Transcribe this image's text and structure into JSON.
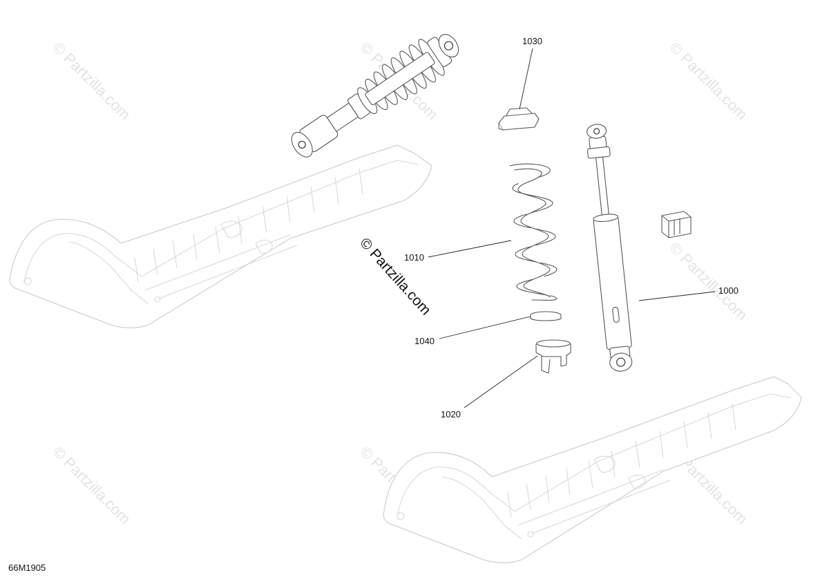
{
  "watermark": {
    "text": "© Partzilla.com",
    "center_text": "© Partzilla.com"
  },
  "drawing_number": "66M1905",
  "callouts": [
    {
      "id": "1030",
      "label": "1030"
    },
    {
      "id": "1010",
      "label": "1010"
    },
    {
      "id": "1000",
      "label": "1000"
    },
    {
      "id": "1040",
      "label": "1040"
    },
    {
      "id": "1020",
      "label": "1020"
    }
  ],
  "colors": {
    "line": "#333333",
    "ski": "#d2d2d2",
    "watermark": "#e3e3e3"
  }
}
